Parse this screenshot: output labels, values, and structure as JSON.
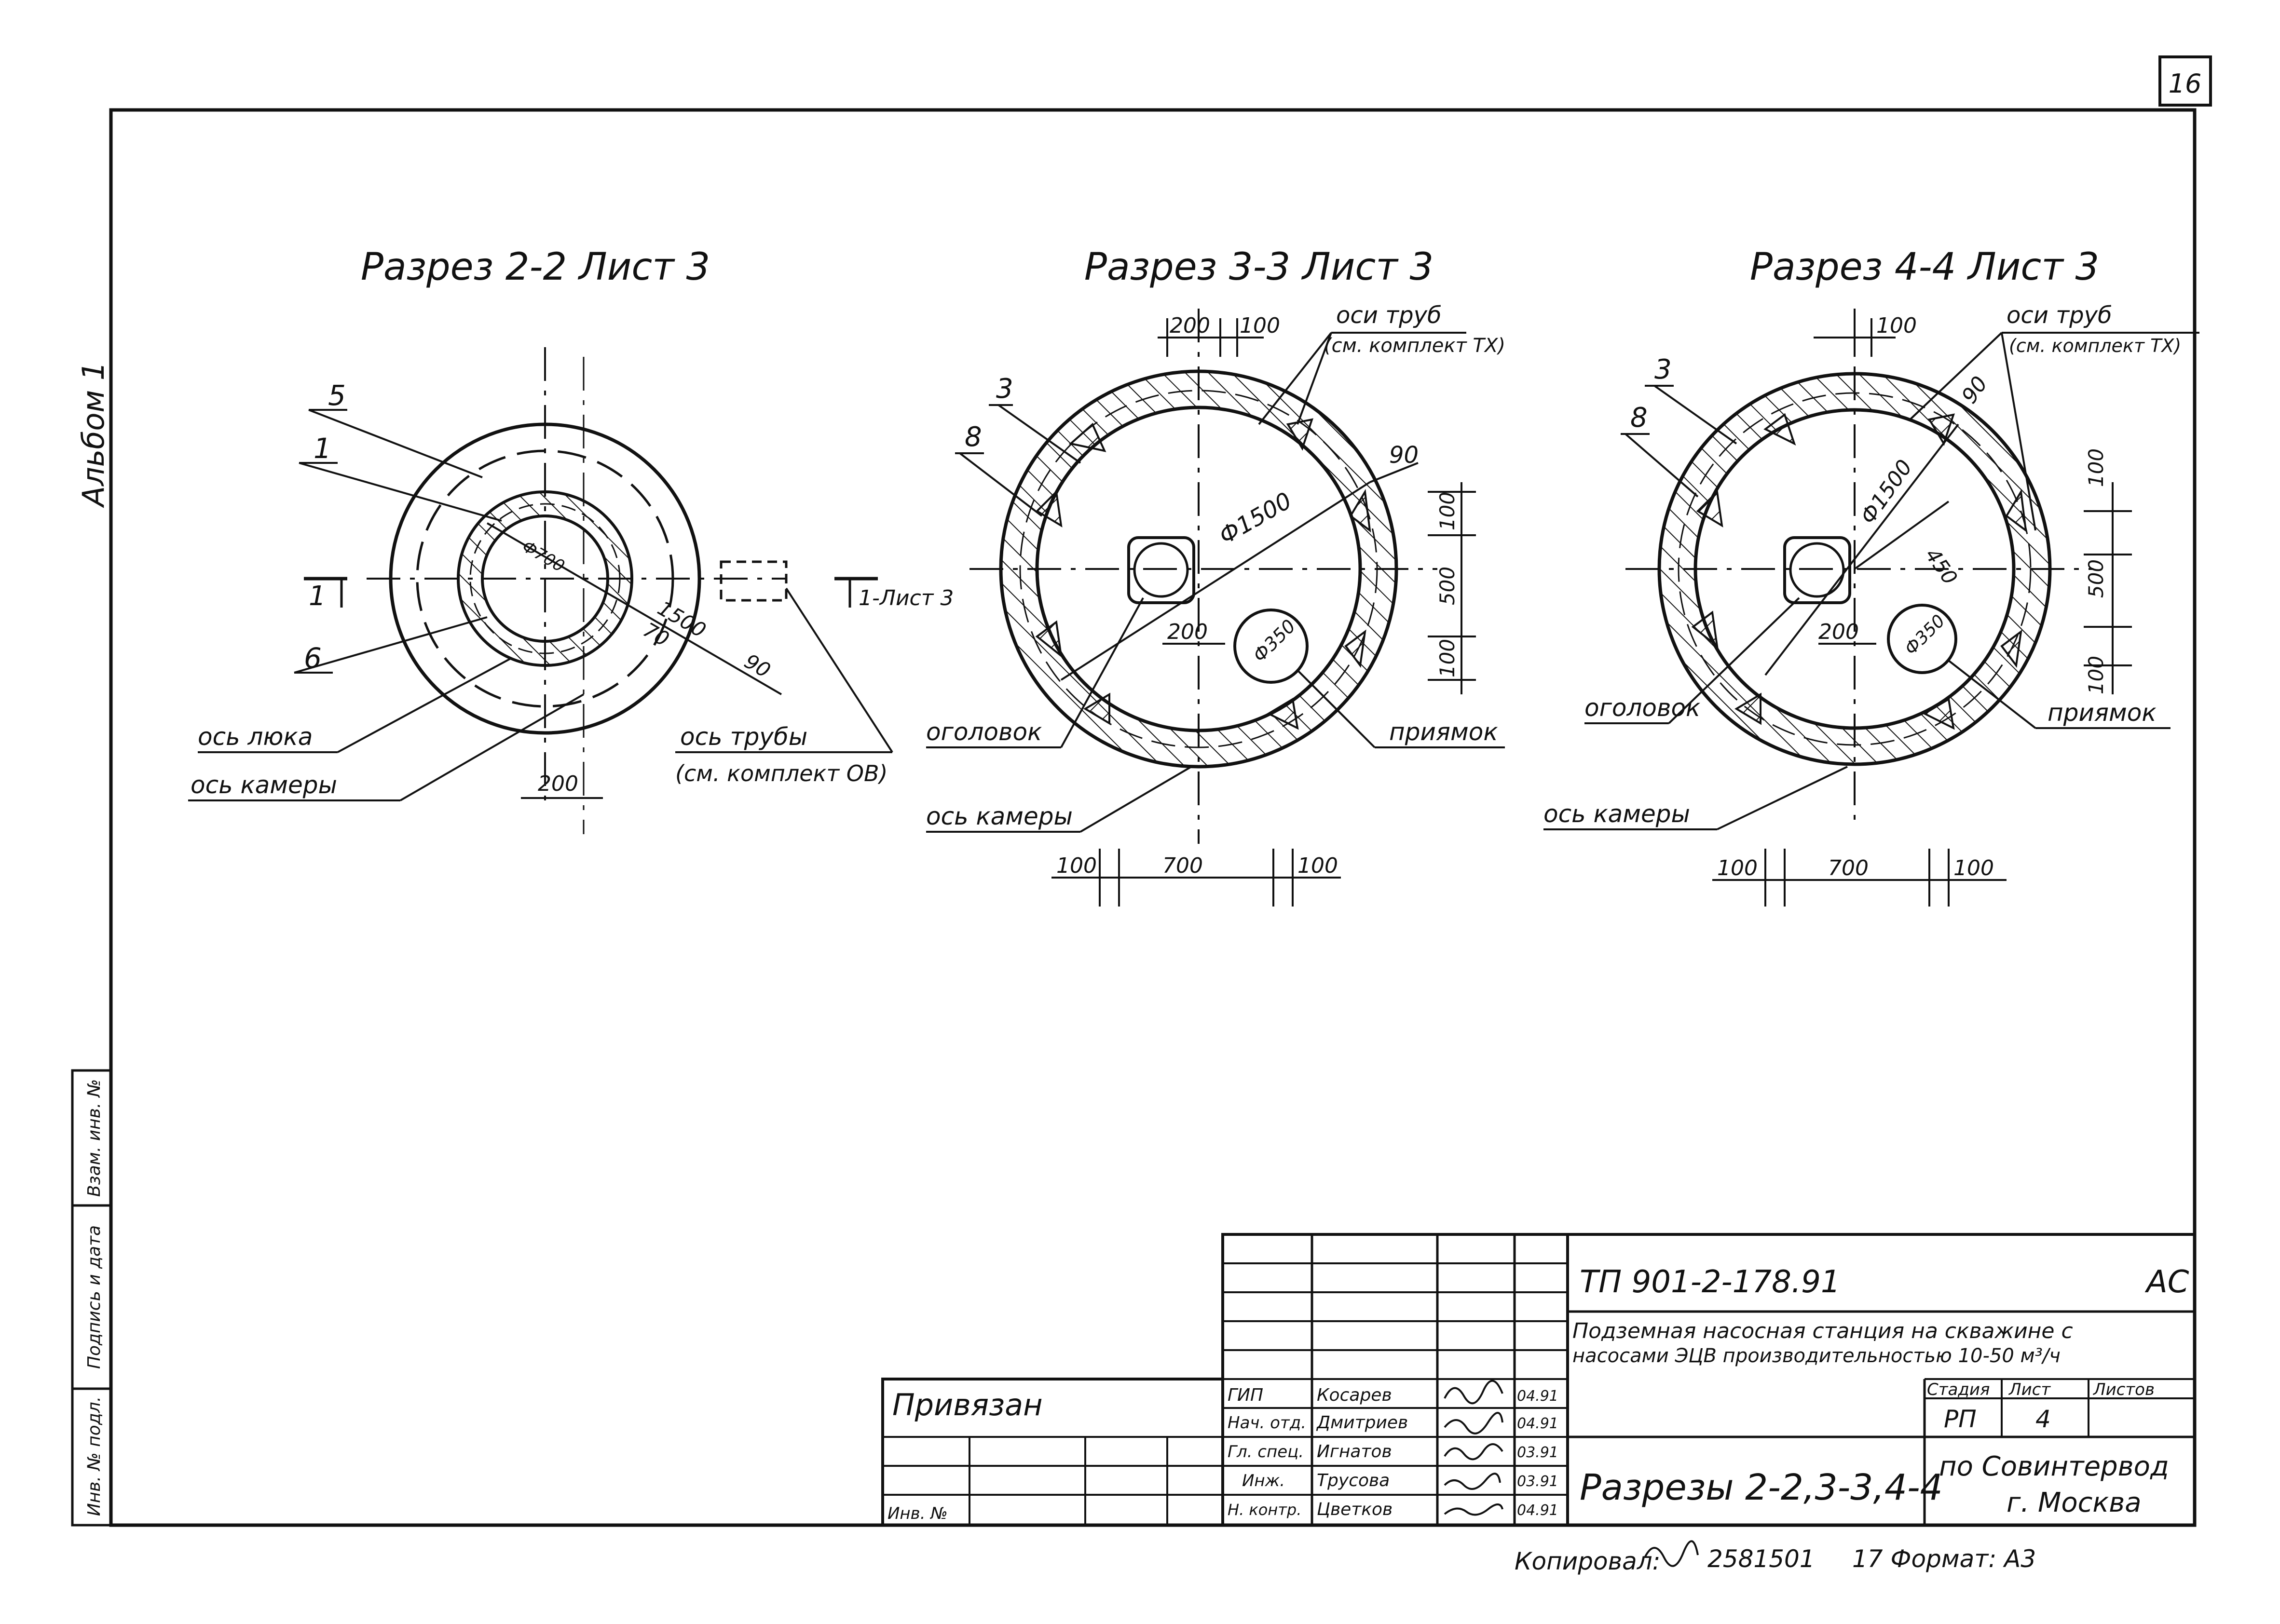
{
  "sheet_number": "16",
  "album": "Альбом 1",
  "sections": {
    "s22": {
      "title": "Разрез 2-2 Лист 3",
      "leader_5": "5",
      "leader_1": "1",
      "leader_6": "6",
      "dia_inner": "Ф700",
      "dim_1500": "1500",
      "dim_70": "70",
      "dim_90": "90",
      "dim_200": "200",
      "cut_left": "1",
      "cut_right": "1-Лист 3",
      "label_hatch_axis": "ось люка",
      "label_chamber_axis": "ось камеры",
      "label_pipe_axis_1": "ось трубы",
      "label_pipe_axis_2": "(см. комплект ОВ)"
    },
    "s33": {
      "title": "Разрез 3-3 Лист 3",
      "dim_200_top": "200",
      "dim_100_top": "100",
      "label_pipes_1": "оси труб",
      "label_pipes_2": "(см. комплект ТХ)",
      "leader_3": "3",
      "leader_8": "8",
      "dia_1500": "Ф1500",
      "dim_90": "90",
      "dim_v100a": "100",
      "dim_v500": "500",
      "dim_v100b": "100",
      "dim_200_mid": "200",
      "dia_350": "Ф350",
      "label_head": "оголовок",
      "label_pit": "приямок",
      "label_chamber_axis": "ось камеры",
      "dim_b100a": "100",
      "dim_b700": "700",
      "dim_b100b": "100"
    },
    "s44": {
      "title": "Разрез 4-4 Лист 3",
      "dim_100_top": "100",
      "label_pipes_1": "оси труб",
      "label_pipes_2": "(см. комплект ТХ)",
      "leader_3": "3",
      "leader_8": "8",
      "dim_90": "90",
      "dia_1500": "Ф1500",
      "dim_450": "450",
      "dim_v100a": "100",
      "dim_v500": "500",
      "dim_v100b": "100",
      "dim_200_mid": "200",
      "dia_350": "Ф350",
      "label_head": "оголовок",
      "label_pit": "приямок",
      "label_chamber_axis": "ось камеры",
      "dim_b100a": "100",
      "dim_b700": "700",
      "dim_b100b": "100"
    }
  },
  "left_stamps": [
    "Взам. инв. №",
    "Подпись и дата",
    "Инв. № подл."
  ],
  "title_block": {
    "bound": "Привязан",
    "inv": "Инв. №",
    "code": "ТП 901-2-178.91",
    "mark": "АС",
    "description_1": "Подземная насосная станция на скважине с",
    "description_2": "насосами ЭЦВ производительностью 10-50 м³/ч",
    "col_stage": "Стадия",
    "col_sheet": "Лист",
    "col_sheets": "Листов",
    "stage": "РП",
    "sheet": "4",
    "sheet_title": "Разрезы 2-2,3-3,4-4",
    "org_1": "по Совинтервод",
    "org_2": "г. Москва",
    "rows": [
      {
        "role": "ГИП",
        "name": "Косарев",
        "sign": "",
        "date": "04.91"
      },
      {
        "role": "Нач. отд.",
        "name": "Дмитриев",
        "sign": "",
        "date": "04.91"
      },
      {
        "role": "Гл. спец.",
        "name": "Игнатов",
        "sign": "",
        "date": "03.91"
      },
      {
        "role": "Инж.",
        "name": "Трусова",
        "sign": "",
        "date": "03.91"
      },
      {
        "role": "Н. контр.",
        "name": "Цветков",
        "sign": "",
        "date": "04.91"
      }
    ]
  },
  "footer": {
    "copied": "Копировал:",
    "copied_num": "2581501",
    "format": "17 Формат: А3"
  }
}
